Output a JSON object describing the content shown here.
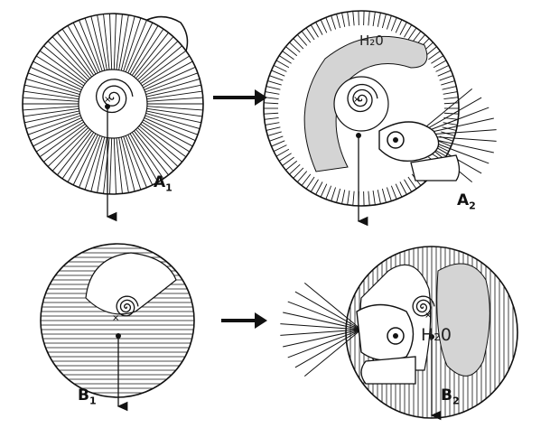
{
  "labels": {
    "a1": {
      "letter": "A",
      "index": "1"
    },
    "a2": {
      "letter": "A",
      "index": "2"
    },
    "b1": {
      "letter": "B",
      "index": "1"
    },
    "b2": {
      "letter": "B",
      "index": "2"
    }
  },
  "water_labels": {
    "a2": "H₂0",
    "b2": "H₂0"
  },
  "colors": {
    "line": "#111111",
    "water_fill": "#d4d4d4"
  }
}
